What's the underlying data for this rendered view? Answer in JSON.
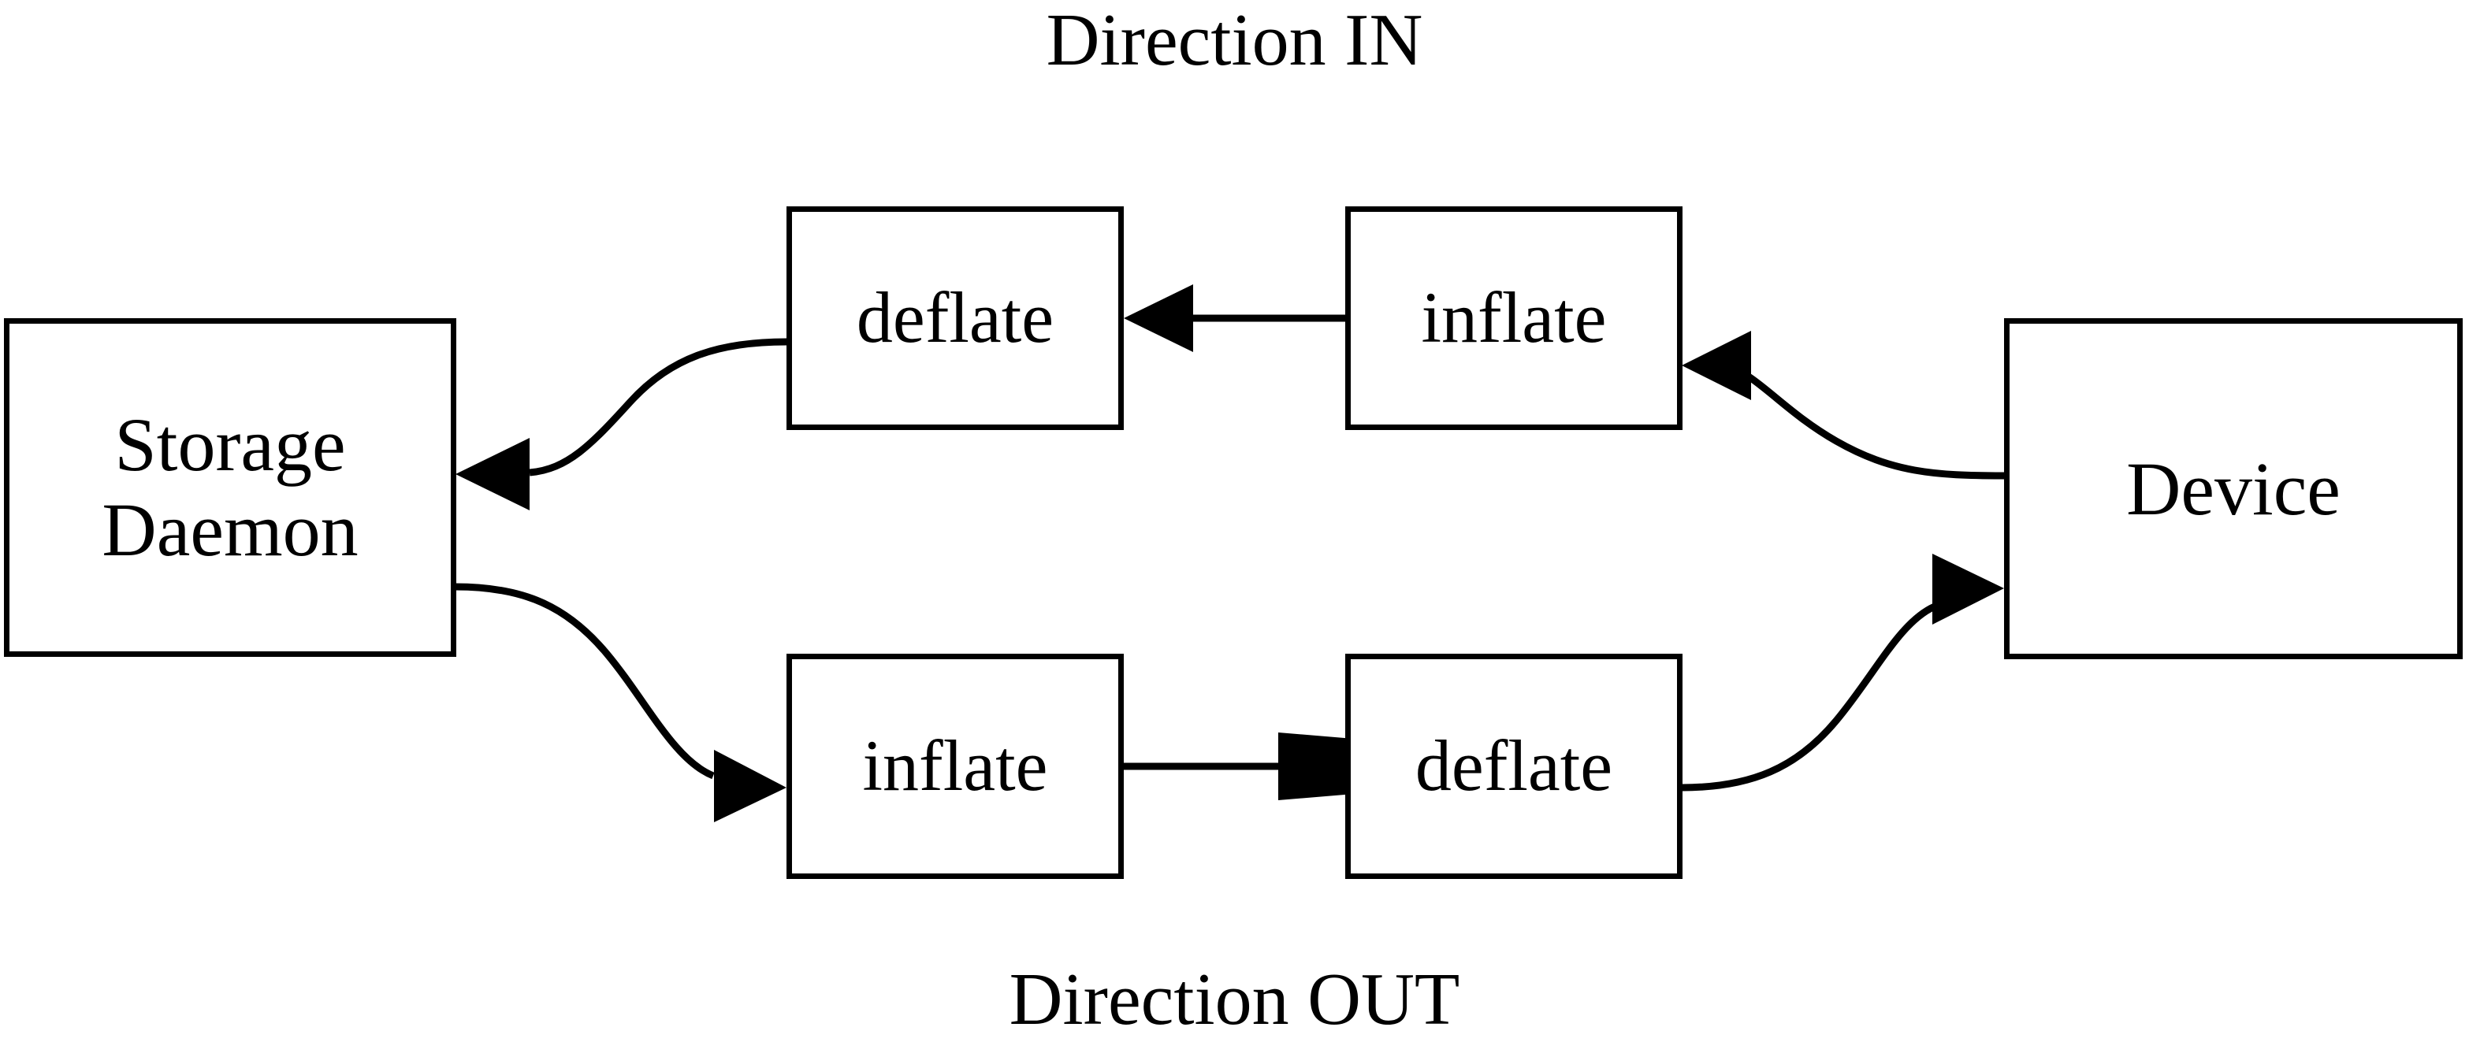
{
  "diagram": {
    "title_top": "Direction IN",
    "title_bottom": "Direction OUT",
    "background_color": "#ffffff",
    "stroke_color": "#000000",
    "text_color": "#000000",
    "nodes": [
      {
        "id": "storage-daemon",
        "label_line1": "Storage",
        "label_line2": "Daemon"
      },
      {
        "id": "device",
        "label_line1": "Device",
        "label_line2": ""
      },
      {
        "id": "in-deflate",
        "label_line1": "deflate",
        "label_line2": ""
      },
      {
        "id": "in-inflate",
        "label_line1": "inflate",
        "label_line2": ""
      },
      {
        "id": "out-inflate",
        "label_line1": "inflate",
        "label_line2": ""
      },
      {
        "id": "out-deflate",
        "label_line1": "deflate",
        "label_line2": ""
      }
    ],
    "edges": [
      {
        "id": "device-to-in-inflate",
        "from": "device",
        "to": "in-inflate",
        "direction": "IN",
        "shape": "curve",
        "arrow": "left"
      },
      {
        "id": "in-inflate-to-in-deflate",
        "from": "in-inflate",
        "to": "in-deflate",
        "direction": "IN",
        "shape": "straight",
        "arrow": "left"
      },
      {
        "id": "in-deflate-to-storage",
        "from": "in-deflate",
        "to": "storage-daemon",
        "direction": "IN",
        "shape": "curve",
        "arrow": "left"
      },
      {
        "id": "storage-to-out-inflate",
        "from": "storage-daemon",
        "to": "out-inflate",
        "direction": "OUT",
        "shape": "curve",
        "arrow": "right"
      },
      {
        "id": "out-inflate-to-out-deflate",
        "from": "out-inflate",
        "to": "out-deflate",
        "direction": "OUT",
        "shape": "straight",
        "arrow": "right"
      },
      {
        "id": "out-deflate-to-device",
        "from": "out-deflate",
        "to": "device",
        "direction": "OUT",
        "shape": "curve",
        "arrow": "right"
      }
    ]
  }
}
